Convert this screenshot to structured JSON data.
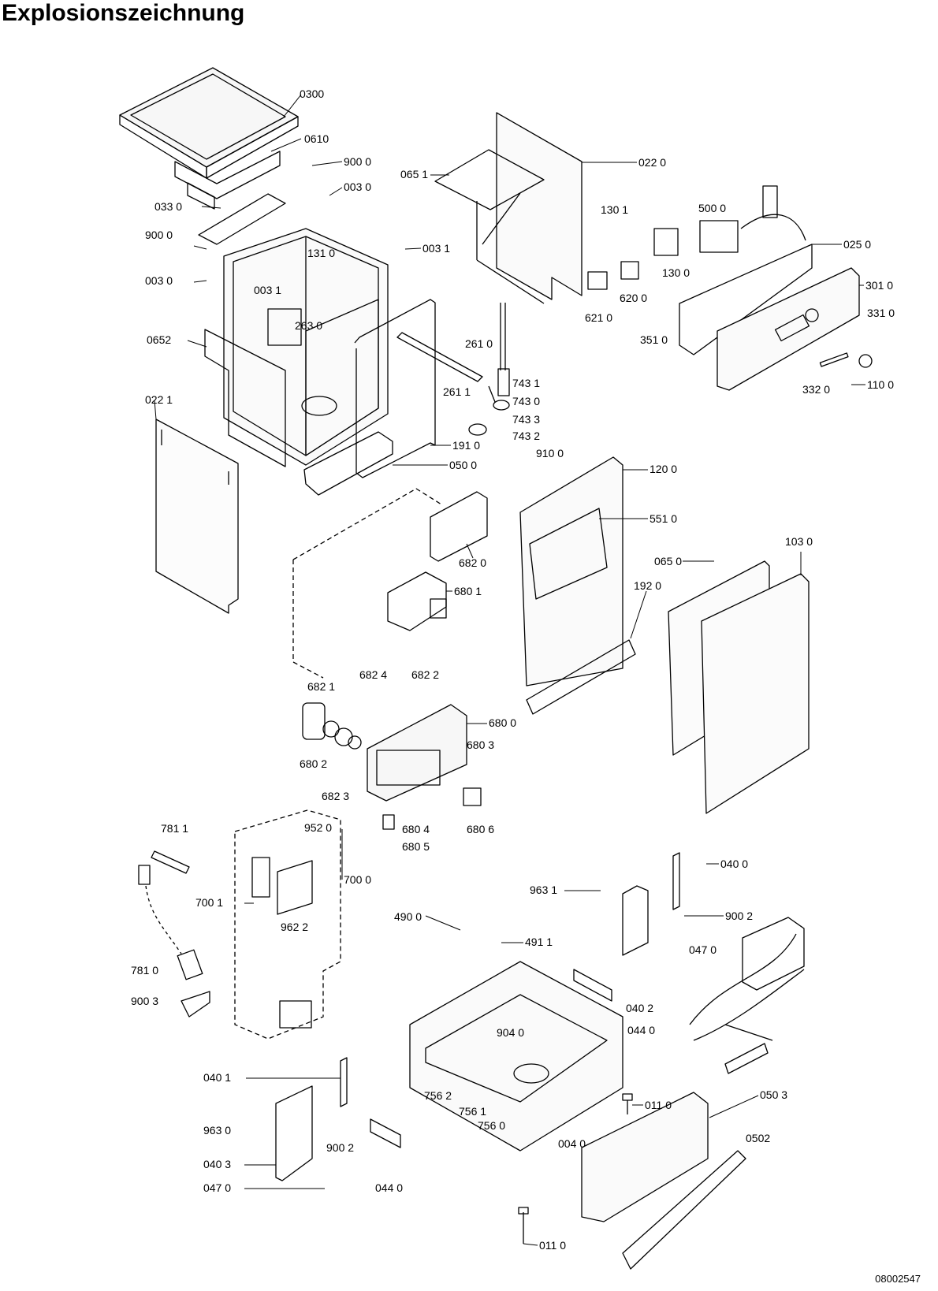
{
  "title": "Explosionszeichnung",
  "document_number": "08002547",
  "colors": {
    "line": "#000000",
    "background": "#ffffff",
    "part_fill": "#f2f2f2"
  },
  "part_labels": [
    "0300",
    "0610",
    "900 0",
    "003 0",
    "033 0",
    "900 0",
    "003 0",
    "131 0",
    "003 1",
    "003 1",
    "263 0",
    "0652",
    "022 1",
    "065 1",
    "022 0",
    "130 1",
    "500 0",
    "025 0",
    "130 0",
    "620 0",
    "621 0",
    "301 0",
    "331 0",
    "351 0",
    "110 0",
    "332 0",
    "261 0",
    "743 1",
    "743 0",
    "743 3",
    "261 1",
    "743 2",
    "191 0",
    "910 0",
    "050 0",
    "120 0",
    "551 0",
    "682 0",
    "103 0",
    "065 0",
    "192 0",
    "680 1",
    "682 1",
    "682 4",
    "682 2",
    "680 0",
    "680 3",
    "680 2",
    "682 3",
    "680 4",
    "680 6",
    "680 5",
    "781 1",
    "952 0",
    "700 0",
    "700 1",
    "962 2",
    "781 0",
    "900 3",
    "490 0",
    "491 1",
    "963 1",
    "040 0",
    "900 2",
    "047 0",
    "040 2",
    "044 0",
    "904 0",
    "011 0",
    "050 3",
    "756 2",
    "756 1",
    "756 0",
    "004 0",
    "0502",
    "040 1",
    "963 0",
    "040 3",
    "900 2",
    "047 0",
    "044 0",
    "011 0"
  ]
}
